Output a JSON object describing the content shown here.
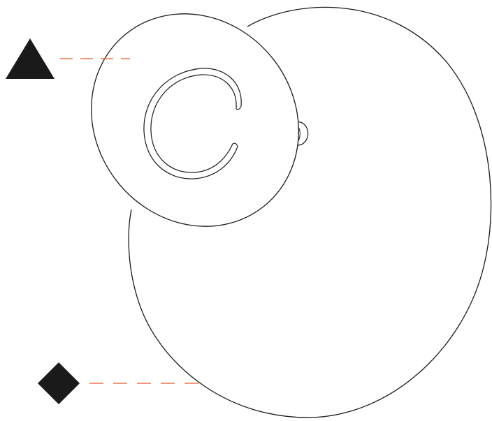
{
  "diagram": {
    "colors": {
      "outline": "#1a1a1a",
      "marker_fill": "#1a1a1a",
      "leader_line": "#e8734a",
      "background": "#ffffff"
    },
    "parts": [
      {
        "id": "part-1",
        "marker": "triangle-icon",
        "target": "front-disc"
      },
      {
        "id": "part-2",
        "marker": "diamond-icon",
        "target": "back-body"
      }
    ]
  }
}
